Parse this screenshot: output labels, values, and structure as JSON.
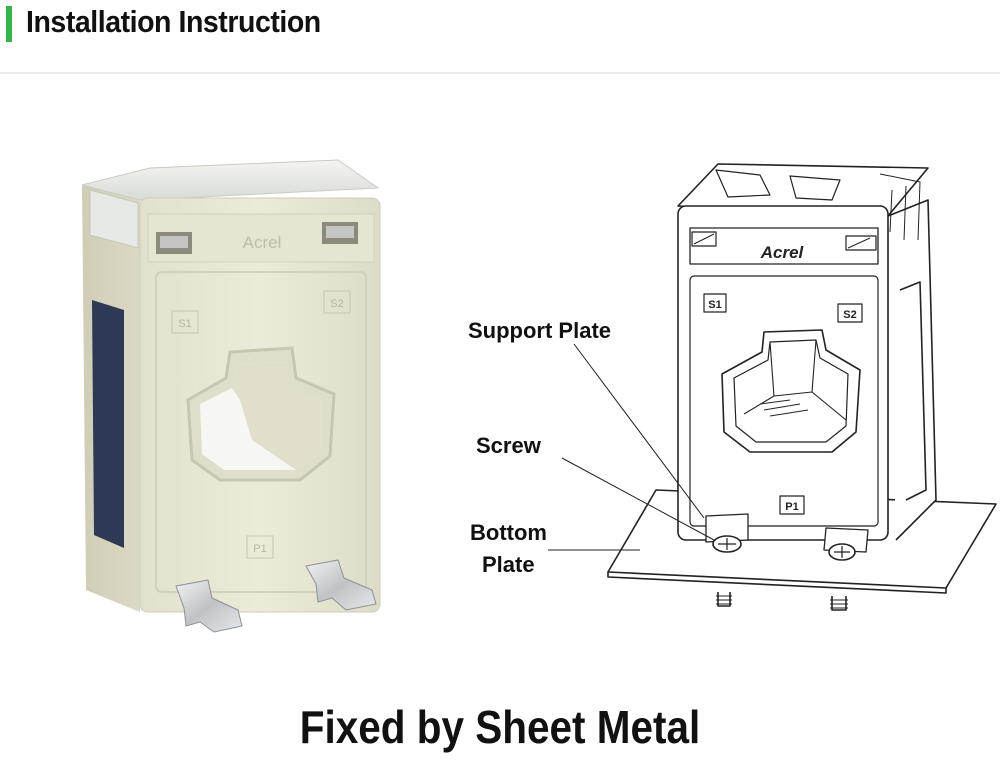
{
  "header": {
    "title": "Installation Instruction"
  },
  "photo": {
    "brand": "Acrel",
    "terminals": [
      "S1",
      "S2",
      "P1"
    ]
  },
  "drawing": {
    "brand": "Acrel",
    "terminals": [
      "S1",
      "S2",
      "P1"
    ],
    "callouts": {
      "support_plate": "Support Plate",
      "screw": "Screw",
      "bottom_plate_line1": "Bottom",
      "bottom_plate_line2": "Plate"
    }
  },
  "caption": "Fixed by Sheet Metal"
}
